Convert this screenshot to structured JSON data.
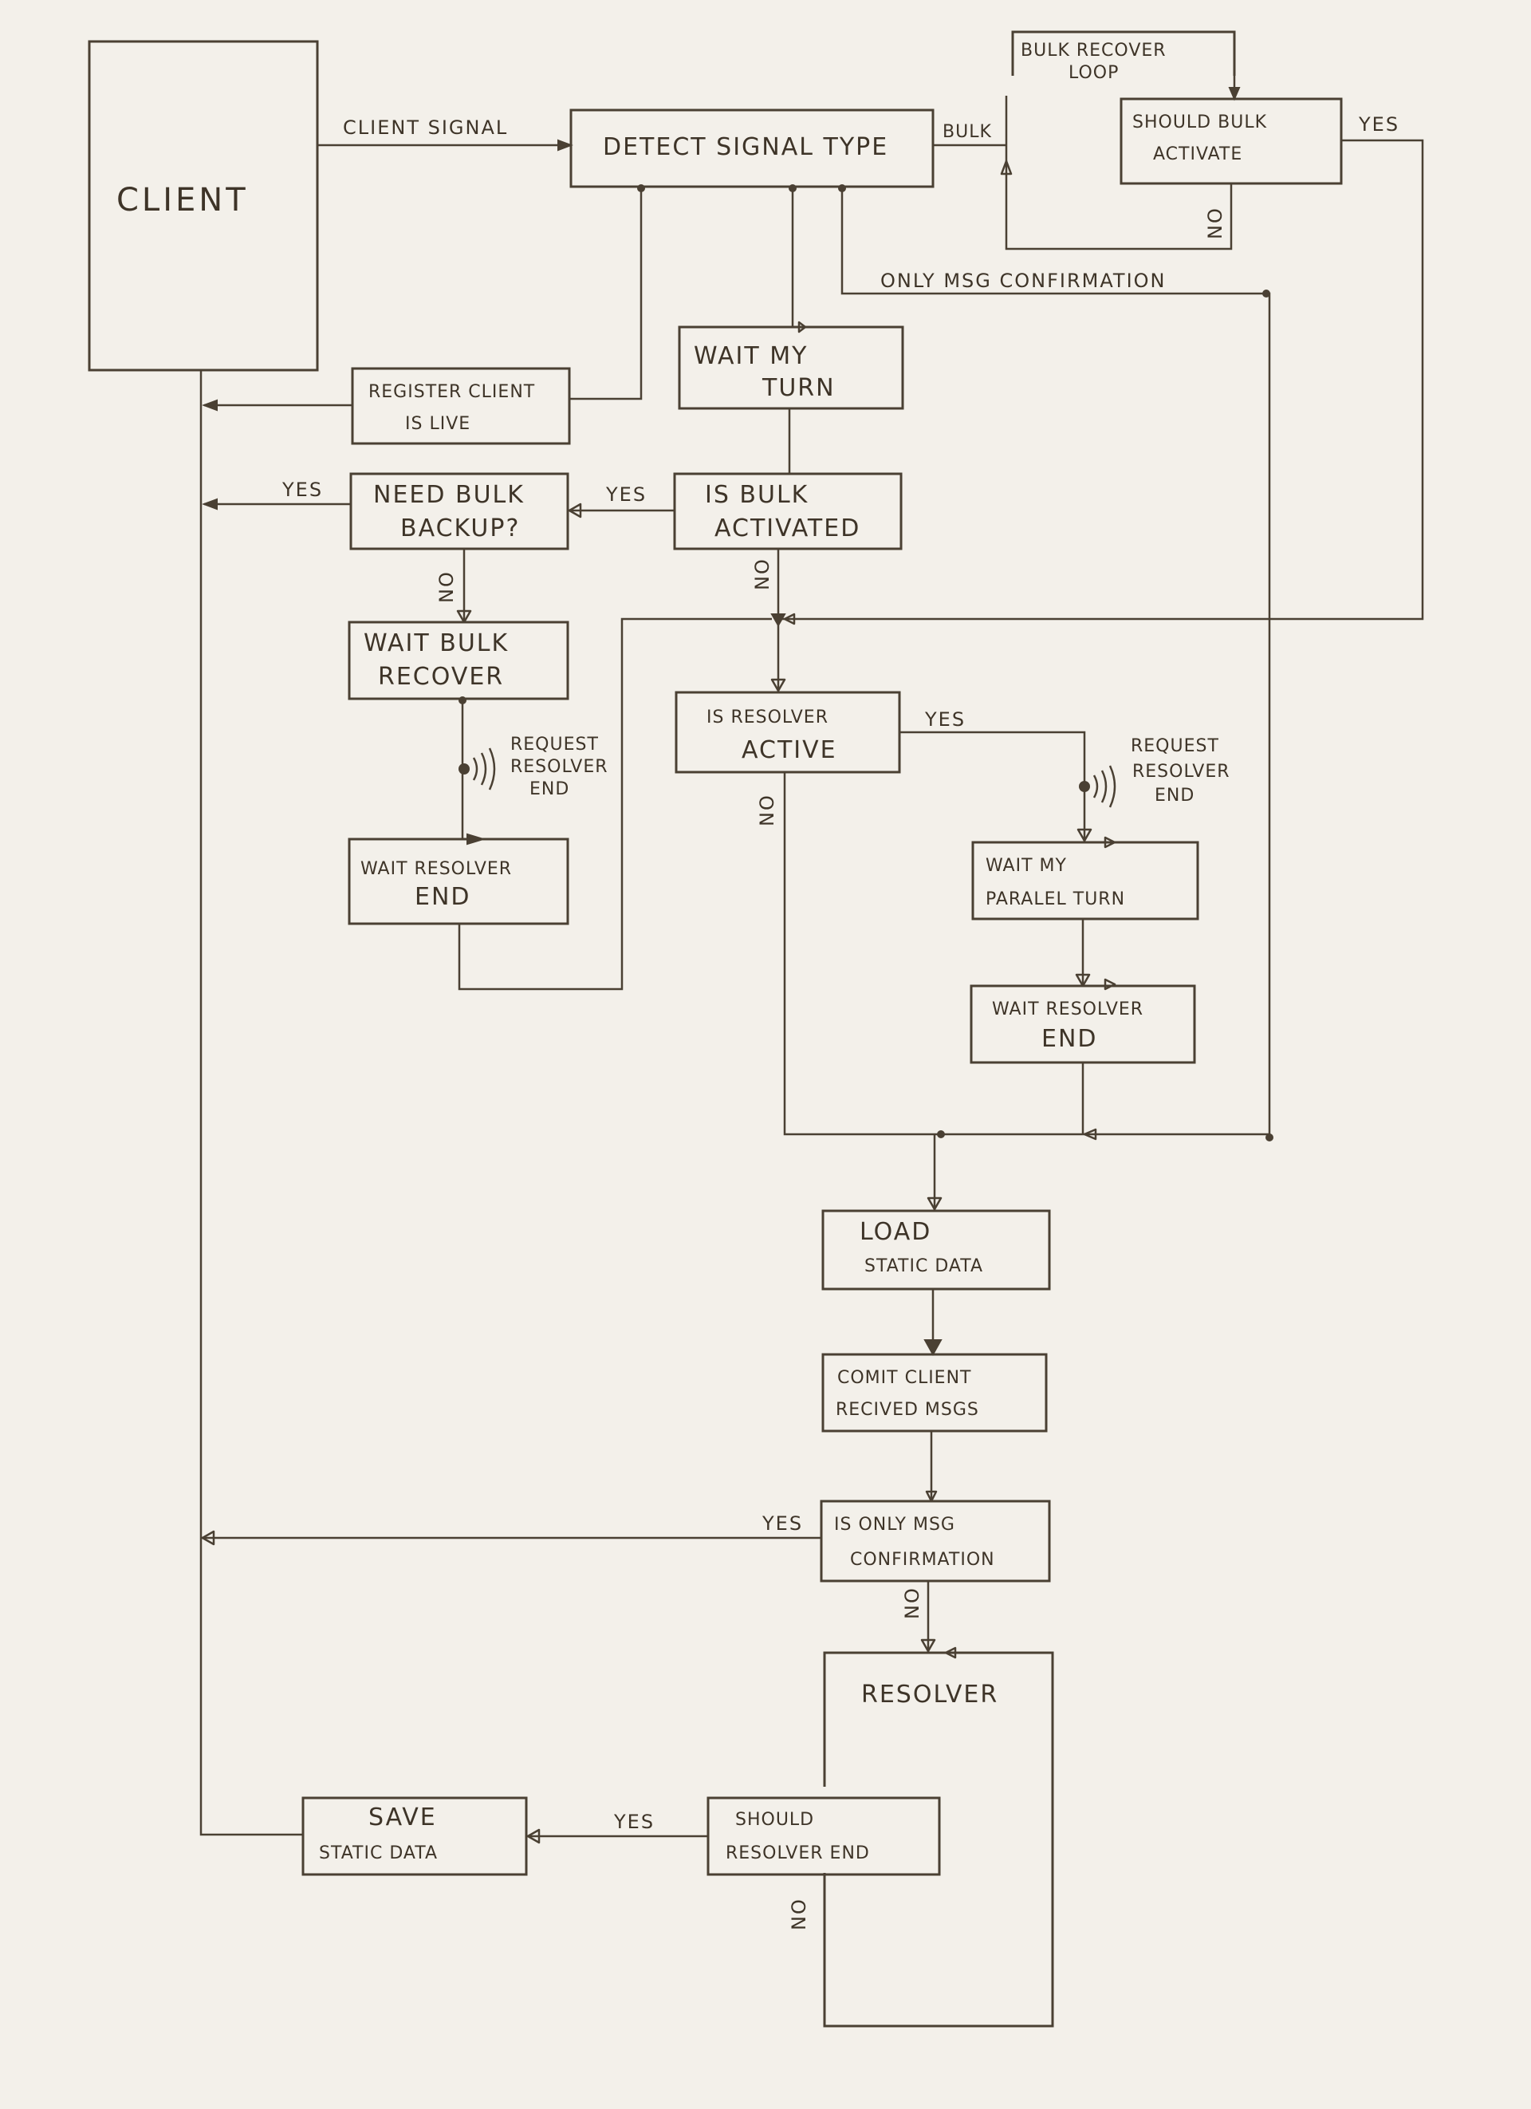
{
  "nodes": {
    "client": [
      "CLIENT"
    ],
    "detect_signal_type": [
      "DETECT SIGNAL TYPE"
    ],
    "bulk_recover_loop": [
      "BULK RECOVER",
      "LOOP"
    ],
    "should_bulk_activate": [
      "SHOULD BULK",
      "ACTIVATE"
    ],
    "register_client_is_live": [
      "REGISTER CLIENT",
      "IS LIVE"
    ],
    "wait_my_turn": [
      "WAIT MY",
      "TURN"
    ],
    "need_bulk_backup": [
      "NEED BULK",
      "BACKUP?"
    ],
    "is_bulk_activated": [
      "IS BULK",
      "ACTIVATED"
    ],
    "wait_bulk_recover": [
      "WAIT BULK",
      "RECOVER"
    ],
    "wait_resolver_end_left": [
      "WAIT RESOLVER",
      "END"
    ],
    "is_resolver_active": [
      "IS RESOLVER",
      "ACTIVE"
    ],
    "wait_my_paralel_turn": [
      "WAIT MY",
      "PARALEL TURN"
    ],
    "wait_resolver_end_right": [
      "WAIT RESOLVER",
      "END"
    ],
    "load_static_data": [
      "LOAD",
      "STATIC DATA"
    ],
    "comit_client_recived_msgs": [
      "COMIT CLIENT",
      "RECIVED MSGS"
    ],
    "is_only_msg_confirmation": [
      "IS ONLY MSG",
      "CONFIRMATION"
    ],
    "resolver": [
      "RESOLVER"
    ],
    "should_resolver_end": [
      "SHOULD",
      "RESOLVER END"
    ],
    "save_static_data": [
      "SAVE",
      "STATIC DATA"
    ]
  },
  "edge_labels": {
    "client_signal": "CLIENT SIGNAL",
    "bulk": "BULK",
    "yes_bulk_activate": "YES",
    "no_bulk_activate": "NO",
    "only_msg_confirmation": "ONLY MSG CONFIRMATION",
    "yes_need_backup": "YES",
    "yes_bulk_activated": "YES",
    "no_need_backup": "NO",
    "no_bulk_activated": "NO",
    "yes_resolver_active": "YES",
    "no_resolver_active": "NO",
    "request_resolver_end_left": [
      "REQUEST",
      "RESOLVER",
      "END"
    ],
    "request_resolver_end_right": [
      "REQUEST",
      "RESOLVER",
      "END"
    ],
    "yes_only_msg": "YES",
    "no_only_msg": "NO",
    "yes_resolver_end": "YES",
    "no_resolver_end": "NO"
  }
}
